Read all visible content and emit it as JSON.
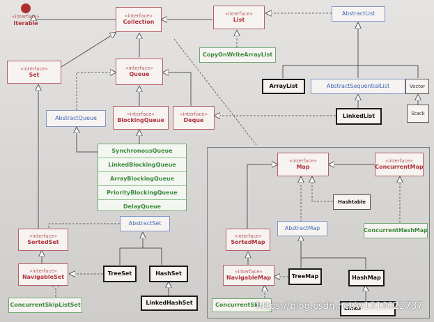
{
  "stereotype": "«interface»",
  "nodes": {
    "iterable": "Iterable",
    "collection": "Collection",
    "list": "List",
    "abstract_list": "AbstractList",
    "copy_on_write_array_list": "CopyOnWriteArrayList",
    "set": "Set",
    "queue": "Queue",
    "array_list": "ArrayList",
    "abstract_sequential_list": "AbstractSequentialList",
    "vector": "Vector",
    "abstract_queue": "AbstractQueue",
    "blocking_queue": "BlockingQueue",
    "deque": "Deque",
    "linked_list": "LinkedList",
    "stack": "Stack",
    "synchronous_queue": "SynchronousQueue",
    "linked_blocking_queue": "LinkedBlockingQueue",
    "array_blocking_queue": "ArrayBlockingQueue",
    "priority_blocking_queue": "PriorityBlockingQueue",
    "delay_queue": "DelayQueue",
    "map": "Map",
    "concurrent_map": "ConcurrentMap",
    "hashtable": "Hashtable",
    "abstract_map": "AbstractMap",
    "concurrent_hash_map": "ConcurrentHashMap",
    "abstract_set": "AbstractSet",
    "sorted_set": "SortedSet",
    "sorted_map": "SortedMap",
    "navigable_set": "NavigableSet",
    "tree_set": "TreeSet",
    "hash_set": "HashSet",
    "navigable_map": "NavigableMap",
    "tree_map": "TreeMap",
    "hash_map": "HashMap",
    "linked_hash_set": "LinkedHashSet",
    "concurrent_skip_list_set": "ConcurrentSkipListSet",
    "concurrent_skip_list_map": "ConcurrentSki",
    "linked_hash_map": "Linke"
  },
  "watermark": "https://blog.csdn.net/w1316022737",
  "colors": {
    "interface": "#b1333d",
    "abstract": "#3f67b5",
    "concurrent": "#3c8a3c",
    "implementation": "#111111",
    "iterable_dot": "#b0302f"
  }
}
